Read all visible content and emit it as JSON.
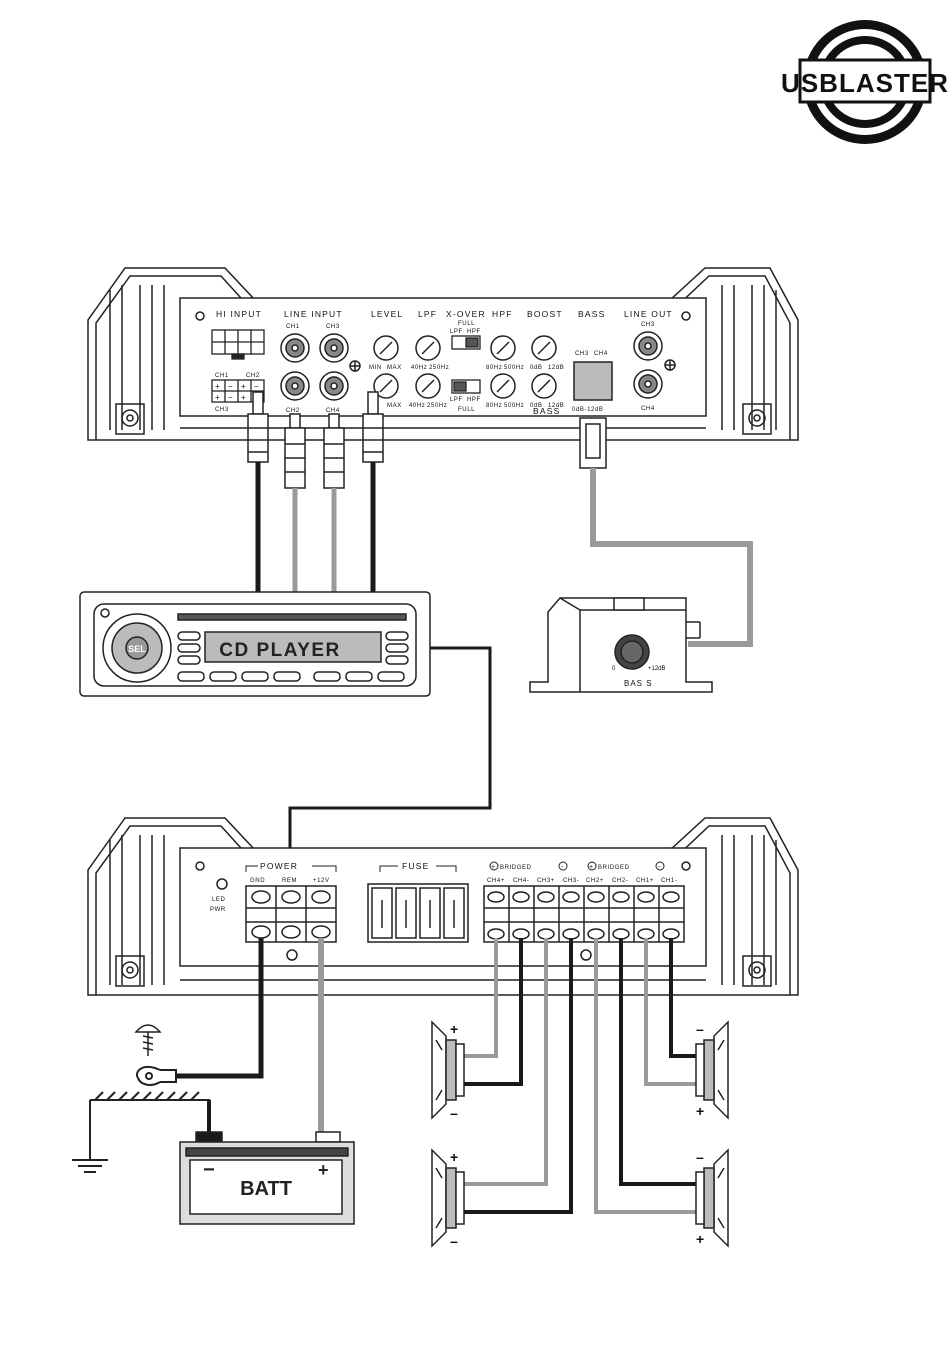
{
  "logo": {
    "text": "USBLASTER"
  },
  "top_amp": {
    "hi_input": "HI INPUT",
    "line_input": "LINE INPUT",
    "ch1": "CH1",
    "ch2": "CH2",
    "ch3": "CH3",
    "ch4": "CH4",
    "hi_ch1": "CH1",
    "hi_ch2": "CH2",
    "hi_ch3": "CH3",
    "level": "LEVEL",
    "lpf": "LPF",
    "xover": "X-OVER",
    "hpf": "HPF",
    "boost": "BOOST",
    "bass": "BASS",
    "line_out": "LINE OUT",
    "full": "FULL",
    "lpf_small": "LPF",
    "hpf_small": "HPF",
    "min": "MIN",
    "max": "MAX",
    "f40": "40Hz",
    "f250": "250Hz",
    "f80": "80Hz",
    "f500": "500Hz",
    "db0": "0dB",
    "db12": "12dB",
    "bass_lower": "BASS",
    "bass_ch3": "CH3",
    "bass_ch4": "CH4",
    "bass_range": "0dB-12dB",
    "lo_ch3": "CH3",
    "lo_ch4": "CH4"
  },
  "cd_player": {
    "label": "CD PLAYER",
    "sel": "SEL"
  },
  "bass_remote": {
    "label": "BAS S",
    "max_mark": "+12dB",
    "min_mark": "0"
  },
  "bottom_amp": {
    "led": "LED",
    "pwr": "PWR",
    "power": "POWER",
    "gnd": "GND",
    "rem": "REM",
    "plus12v": "+12V",
    "fuse": "FUSE",
    "bridged_a": "BRIDGED",
    "bridged_b": "BRIDGED",
    "terminals": [
      "CH4+",
      "CH4-",
      "CH3+",
      "CH3-",
      "CH2+",
      "CH2-",
      "CH1+",
      "CH1-"
    ]
  },
  "battery": {
    "label": "BATT",
    "minus": "−",
    "plus": "+"
  },
  "speakers": {
    "plus": "+",
    "minus": "–"
  },
  "colors": {
    "black_wire": "#1a1a1a",
    "grey_wire": "#9a9a9a",
    "outline": "#222222",
    "panel_fill": "#ffffff"
  }
}
